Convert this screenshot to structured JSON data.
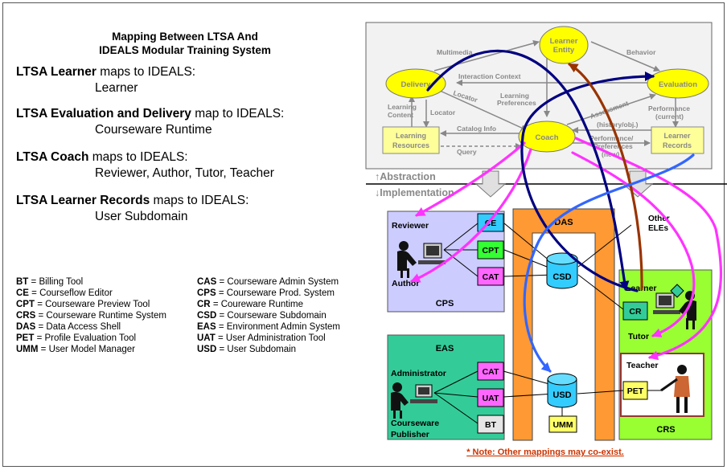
{
  "title_line1": "Mapping Between LTSA And",
  "title_line2": "IDEALS Modular Training System",
  "mappings": [
    {
      "term": "LTSA Learner",
      "verb": " maps to IDEALS:",
      "target": "Learner"
    },
    {
      "term": "LTSA Evaluation and Delivery",
      "verb": " map to IDEALS:",
      "target": "Courseware Runtime"
    },
    {
      "term": "LTSA Coach",
      "verb": " maps to IDEALS:",
      "target": "Reviewer, Author, Tutor, Teacher"
    },
    {
      "term": "LTSA Learner Records",
      "verb": " maps to IDEALS:",
      "target": "User Subdomain"
    }
  ],
  "abbreviations": [
    {
      "code": "BT",
      "def": " = Billing Tool"
    },
    {
      "code": "CE",
      "def": " = Courseflow Editor"
    },
    {
      "code": "CPT",
      "def": " = Courseware Preview Tool"
    },
    {
      "code": "CRS",
      "def": " = Courseware Runtime System"
    },
    {
      "code": "DAS",
      "def": " = Data Access Shell"
    },
    {
      "code": "PET",
      "def": " = Profile Evaluation Tool"
    },
    {
      "code": "UMM",
      "def": " = User Model Manager"
    },
    {
      "code": "CAS",
      "def": " = Courseware Admin System"
    },
    {
      "code": "CPS",
      "def": " = Courseware Prod. System"
    },
    {
      "code": "CR",
      "def": " = Coureware Runtime"
    },
    {
      "code": "CSD",
      "def": " = Courseware Subdomain"
    },
    {
      "code": "EAS",
      "def": " = Environment Admin System"
    },
    {
      "code": "UAT",
      "def": " = User Administration Tool"
    },
    {
      "code": "USD",
      "def": " = User Subdomain"
    }
  ],
  "ltsa": {
    "learner_entity_1": "Learner",
    "learner_entity_2": "Entity",
    "delivery": "Delivery",
    "evaluation": "Evaluation",
    "coach": "Coach",
    "learning_resources_1": "Learning",
    "learning_resources_2": "Resources",
    "learner_records_1": "Learner",
    "learner_records_2": "Records",
    "multimedia": "Multimedia",
    "behavior": "Behavior",
    "interaction_context": "Interaction Context",
    "learning_preferences_1": "Learning",
    "learning_preferences_2": "Preferences",
    "locator_diag": "Locator",
    "assessment": "Assessment",
    "learning_content_1": "Learning",
    "learning_content_2": "Content",
    "locator": "Locator",
    "performance_current_1": "Performance",
    "performance_current_2": "(current)",
    "catalog_info": "Catalog Info",
    "history_obj": "(history/obj.)",
    "query": "Query",
    "perf_pref_1": "Performance/",
    "perf_pref_2": "Preferences",
    "perf_pref_3": "(new)"
  },
  "layers": {
    "abstraction": "↑Abstraction",
    "implementation": "↓Implementation"
  },
  "ideals": {
    "cps": "CPS",
    "reviewer": "Reviewer",
    "author": "Author",
    "ce": "CE",
    "cpt": "CPT",
    "cat": "CAT",
    "das": "DAS",
    "csd": "CSD",
    "usd": "USD",
    "umm": "UMM",
    "other_1": "Other",
    "other_2": "ELEs",
    "eas": "EAS",
    "administrator": "Administrator",
    "eas_cat": "CAT",
    "uat": "UAT",
    "bt": "BT",
    "publisher_1": "Courseware",
    "publisher_2": "Publisher",
    "learner": "Learner",
    "cr": "CR",
    "tutor": "Tutor",
    "teacher": "Teacher",
    "pet": "PET",
    "crs": "CRS"
  },
  "note": "* Note: Other mappings may co-exist.",
  "colors": {
    "ellipse": "#ffff00",
    "resource_box": "#ffff99",
    "cps": "#ccccff",
    "das": "#ff9933",
    "eas": "#33cc99",
    "crs": "#99ff33",
    "ce": "#33ccff",
    "cpt": "#33ff33",
    "cat": "#ff66ff",
    "cylinder": "#33ccff",
    "umm": "#ffff66",
    "magenta": "#ff33ff",
    "navy": "#000080",
    "brown": "#993300",
    "blue": "#3366ff",
    "note": "#cc3300"
  },
  "icons": [
    "down-arrow-icon",
    "person-computer-icon",
    "teacher-icon",
    "database-icon"
  ]
}
